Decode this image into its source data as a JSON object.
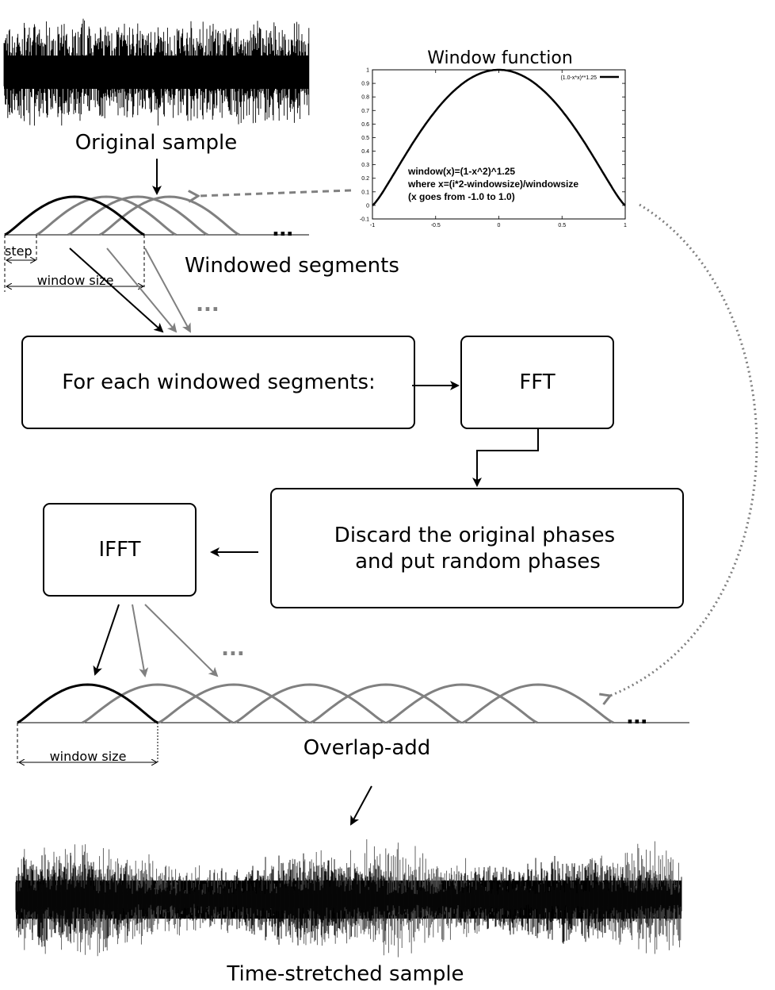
{
  "labels": {
    "original_sample": "Original sample",
    "windowed_segments": "Windowed segments",
    "step": "step",
    "window_size": "window size",
    "window_size_bottom": "window size",
    "ellipsis": "...",
    "overlap_add": "Overlap-add",
    "time_stretched_sample": "Time-stretched sample"
  },
  "boxes": {
    "for_each": "For each windowed segments:",
    "fft": "FFT",
    "discard_line1": "Discard the original phases",
    "discard_line2": "and put random phases",
    "ifft": "IFFT"
  },
  "window_plot": {
    "title": "Window function",
    "legend": "(1.0-x*x)**1.25",
    "formula_line1": "window(x)=(1-x^2)^1.25",
    "formula_line2": "where x=(i*2-windowsize)/windowsize",
    "formula_line3": "(x goes from -1.0 to 1.0)",
    "x_ticks": [
      "-1",
      "-0.5",
      "0",
      "0.5",
      "1"
    ],
    "y_ticks": [
      "-0.1",
      "0",
      "0.1",
      "0.2",
      "0.3",
      "0.4",
      "0.5",
      "0.6",
      "0.7",
      "0.8",
      "0.9",
      "1"
    ]
  },
  "chart_data": {
    "type": "line",
    "title": "Window function",
    "series": [
      {
        "name": "(1.0-x*x)**1.25",
        "function": "(1.0-x*x)**1.25"
      }
    ],
    "xlim": [
      -1,
      1
    ],
    "ylim": [
      -0.1,
      1
    ]
  },
  "colors": {
    "primary": "#000000",
    "secondary": "#808080"
  }
}
